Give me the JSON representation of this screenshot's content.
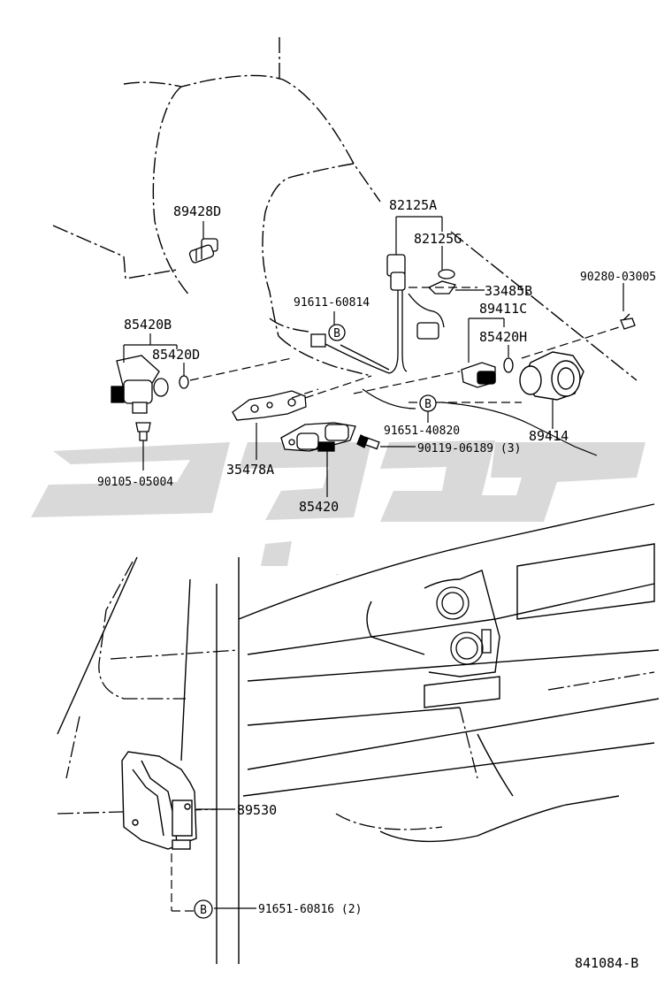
{
  "diagram_id": "841084-B",
  "callout_letter": "B",
  "watermark": "تکوتک",
  "parts": {
    "p82125A": "82125A",
    "p82125G": "82125G",
    "p33485B": "33485B",
    "p89411C": "89411C",
    "p85420H": "85420H",
    "p89428D": "89428D",
    "p85420B": "85420B",
    "p85420D": "85420D",
    "p91611": "91611-60814",
    "p91651a": "91651-40820",
    "p90119": "90119-06189 (3)",
    "p89414": "89414",
    "p90280": "90280-03005",
    "p90105": "90105-05004",
    "p35478A": "35478A",
    "p85420": "85420",
    "p89530": "89530",
    "p91651b": "91651-60816 (2)"
  }
}
